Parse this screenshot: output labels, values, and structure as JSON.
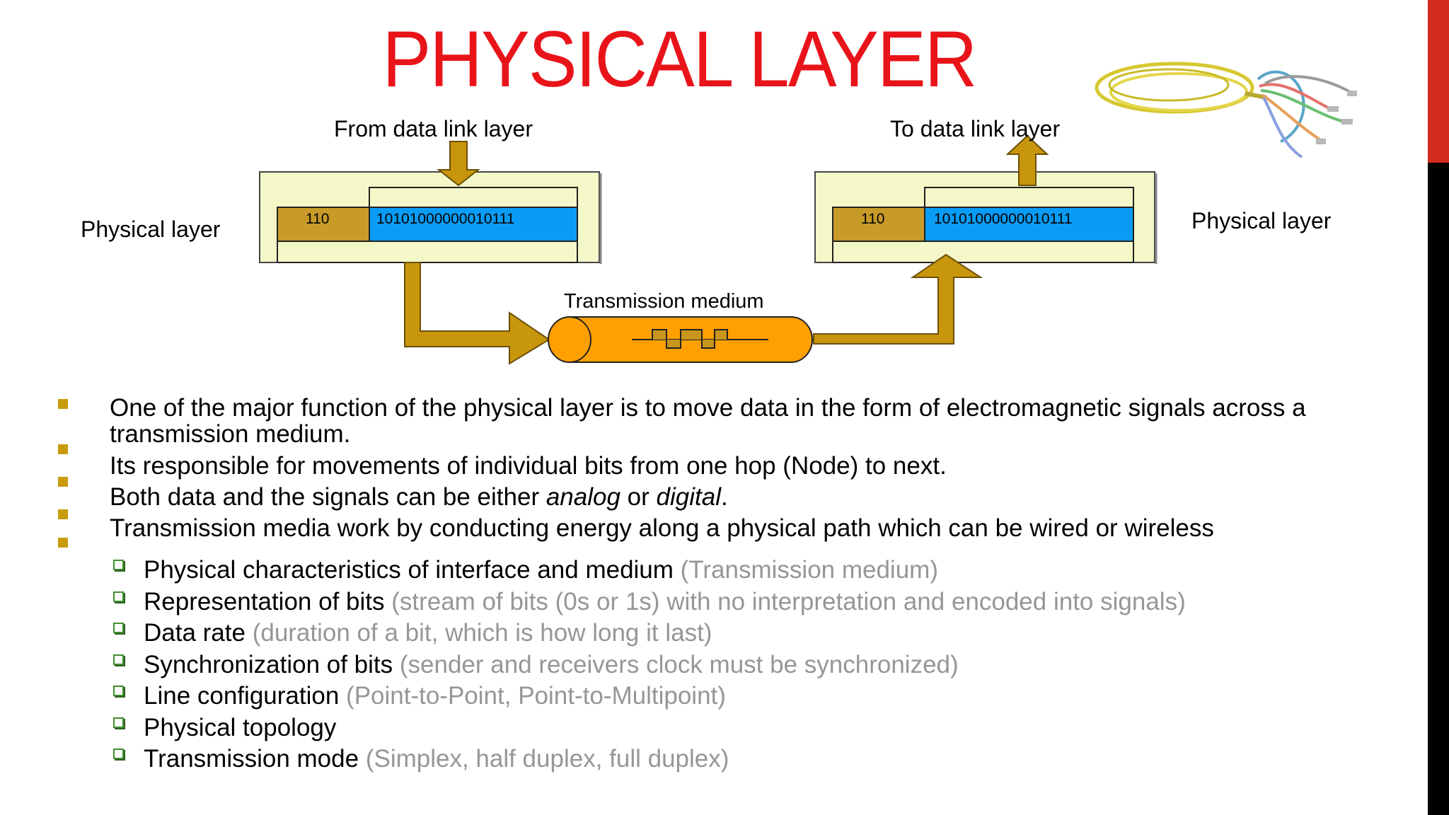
{
  "slide": {
    "title": "PHYSICAL LAYER",
    "accent_color": "#e8141a"
  },
  "diagram": {
    "from_label": "From data link layer",
    "to_label": "To data link layer",
    "left_layer_label": "Physical layer",
    "right_layer_label": "Physical layer",
    "medium_label": "Transmission medium",
    "sender": {
      "header_bits": "110",
      "data_bits": "10101000000010111"
    },
    "receiver": {
      "header_bits": "110",
      "data_bits": "10101000000010111"
    },
    "colors": {
      "box": "#f4f8c8",
      "header": "#c89b28",
      "data": "#0a9cf5",
      "arrow": "#c8960c",
      "cylinder": "#ffa000"
    }
  },
  "bullets": [
    {
      "text": "One of the major function of the physical layer is to move data in the form of electromagnetic signals across a transmission medium."
    },
    {
      "text": "Its responsible for movements of individual bits from one hop (Node) to next."
    },
    {
      "before": "Both data and the signals can be either ",
      "em1": "analog",
      "mid": " or ",
      "em2": "digital",
      "after": "."
    },
    {
      "text": "Transmission media work by conducting energy along a physical path which can be wired or wireless"
    }
  ],
  "subbullets": [
    {
      "main": "Physical characteristics of interface and medium",
      "note": " (Transmission medium)"
    },
    {
      "main": "Representation of bits",
      "note": " (stream of bits (0s or 1s) with no interpretation and encoded into signals)"
    },
    {
      "main": "Data rate",
      "note": " (duration of a bit, which is how long it last)"
    },
    {
      "main": "Synchronization of bits",
      "note": " (sender and receivers clock must be synchronized)"
    },
    {
      "main": "Line configuration",
      "note": " (Point-to-Point, Point-to-Multipoint)"
    },
    {
      "main": "Physical topology",
      "note": ""
    },
    {
      "main": "Transmission mode",
      "note": " (Simplex, half duplex, full duplex)"
    }
  ]
}
